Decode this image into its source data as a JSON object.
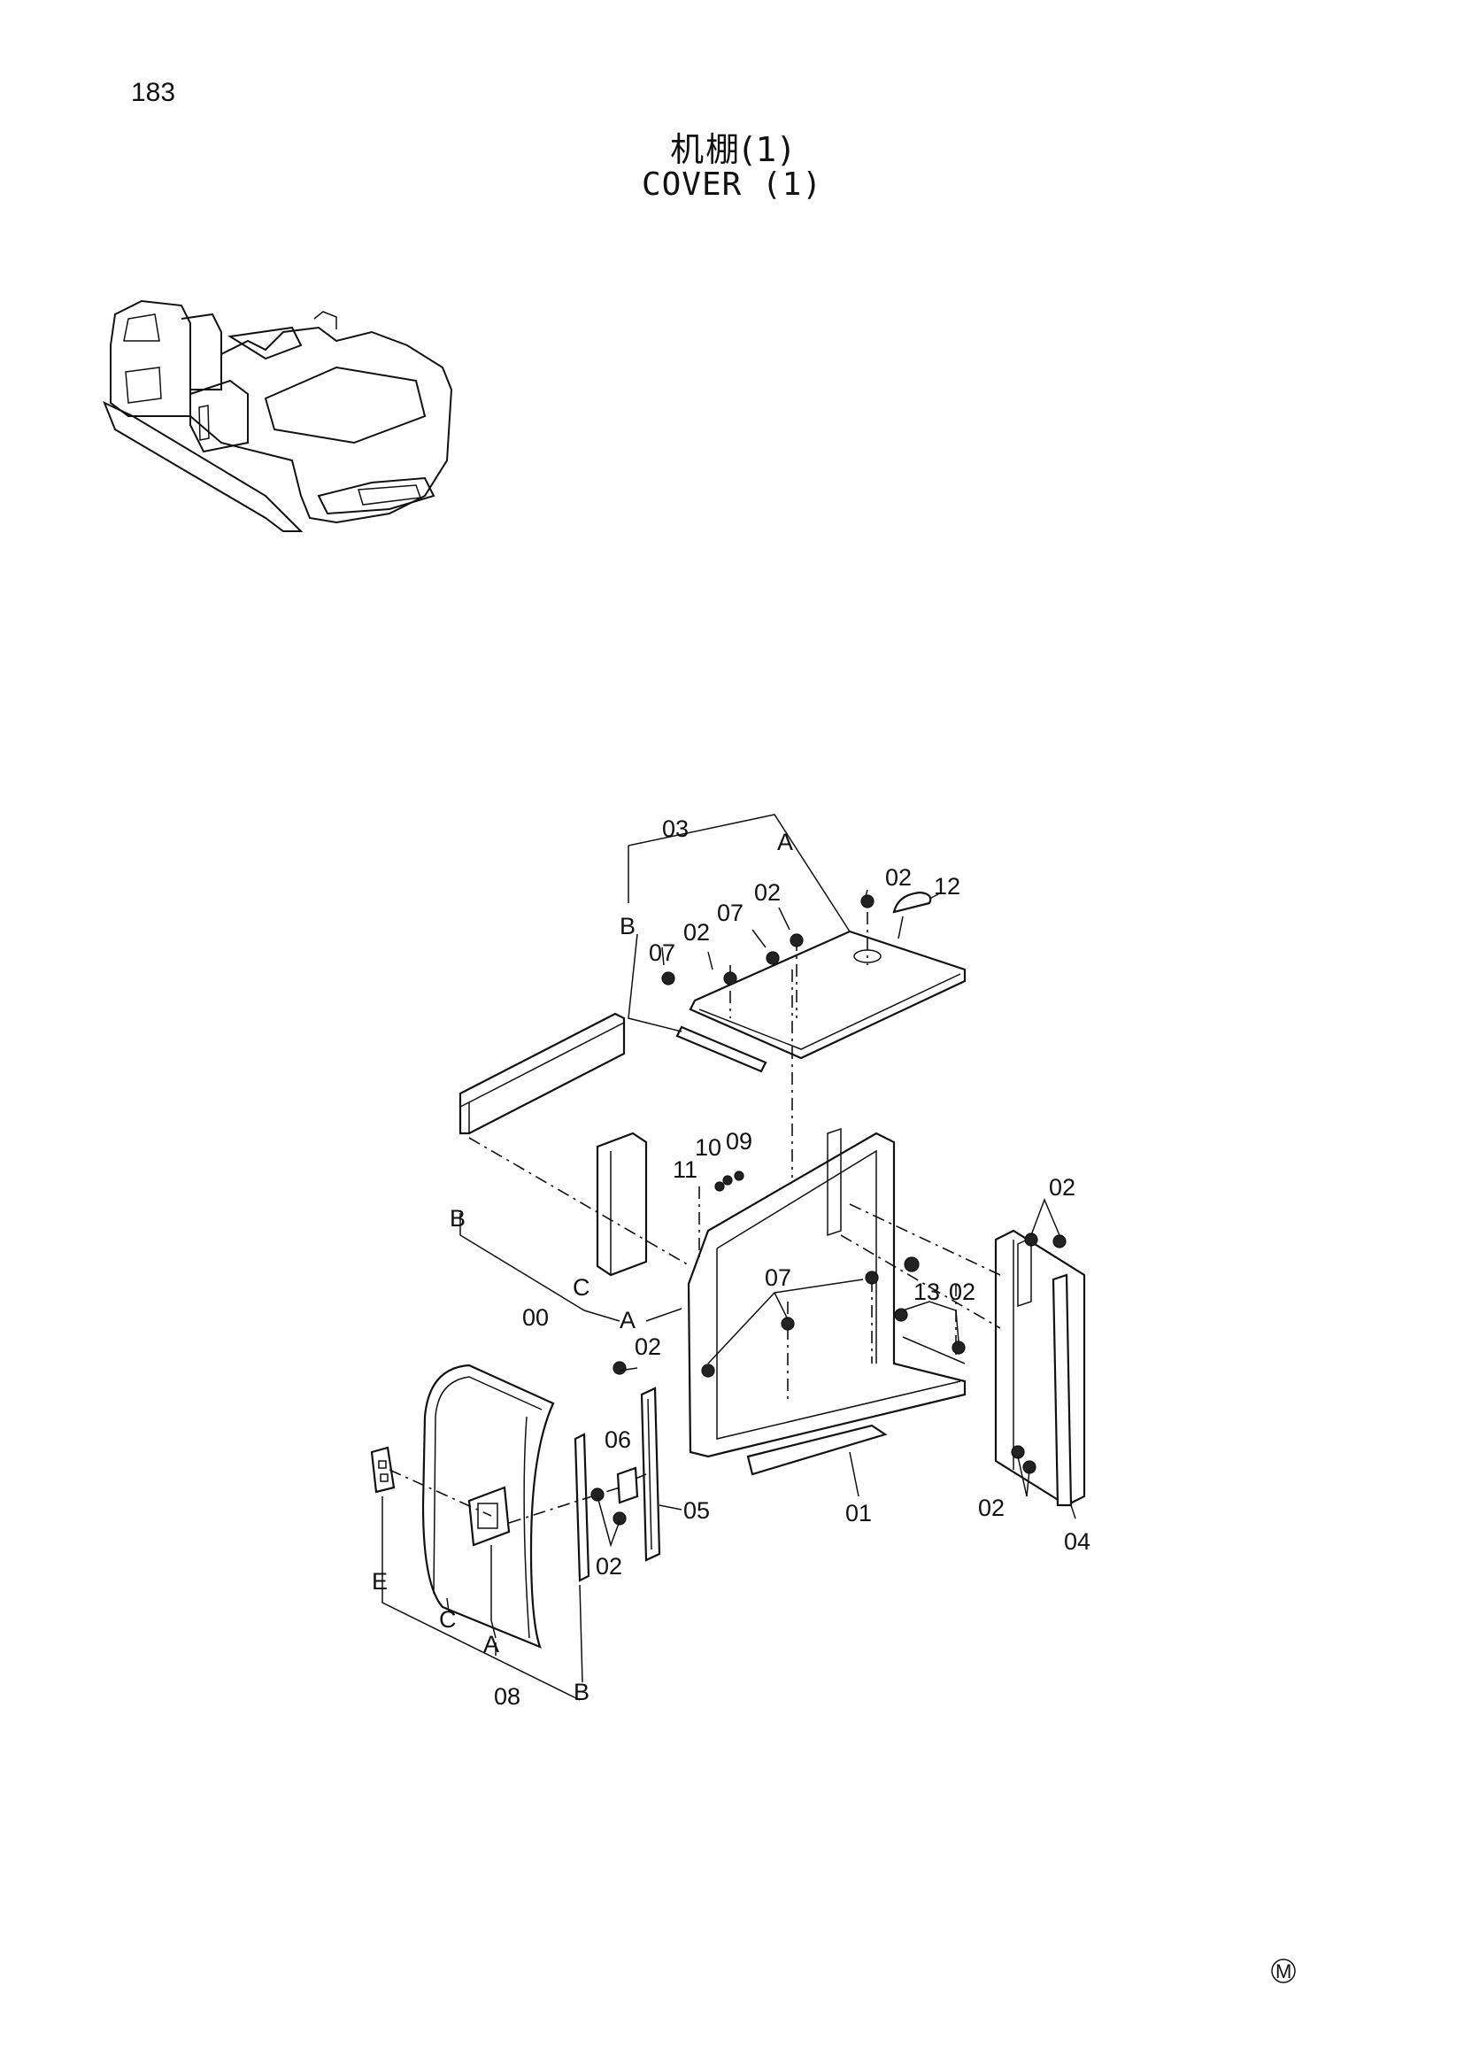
{
  "page_number": "183",
  "title": {
    "zh": "机棚(1)",
    "en": "COVER (1)"
  },
  "reference_marks": [
    "A",
    "B",
    "C",
    "E"
  ],
  "callouts": {
    "c03": "03",
    "cA1": "A",
    "cB1": "B",
    "c07a": "07",
    "c02a": "02",
    "c07b": "07",
    "c02b": "02",
    "c02c": "02",
    "c12": "12",
    "c11": "11",
    "c10": "10",
    "c09": "09",
    "cB2": "B",
    "cC1": "C",
    "c00": "00",
    "cA2": "A",
    "c07c": "07",
    "c13": "13",
    "c02d": "02",
    "c02e": "02",
    "c02f": "02",
    "c06": "06",
    "c05": "05",
    "c02g": "02",
    "c01": "01",
    "c02h": "02",
    "c04": "04",
    "cE": "E",
    "cC2": "C",
    "cA3": "A",
    "c08": "08",
    "cB3": "B"
  },
  "maker_mark": "M"
}
